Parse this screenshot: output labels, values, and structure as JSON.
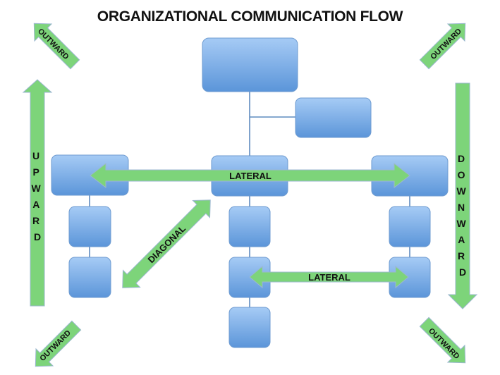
{
  "title": "ORGANIZATIONAL COMMUNICATION FLOW",
  "colors": {
    "box_top": "#a6cbf5",
    "box_bottom": "#5b95d9",
    "box_stroke": "#6e9bd0",
    "arrow_fill": "#7dd47a",
    "arrow_stroke": "#9bb7cf",
    "connector": "#5f8bbf"
  },
  "nodes": [
    {
      "id": "ceo",
      "level": 0
    },
    {
      "id": "assistant",
      "level": 0.5
    },
    {
      "id": "manager-left",
      "level": 1
    },
    {
      "id": "manager-center",
      "level": 1
    },
    {
      "id": "manager-right",
      "level": 1
    },
    {
      "id": "left-staff-1",
      "level": 2
    },
    {
      "id": "left-staff-2",
      "level": 3
    },
    {
      "id": "center-staff-1",
      "level": 2
    },
    {
      "id": "center-staff-2",
      "level": 3
    },
    {
      "id": "center-staff-3",
      "level": 4
    },
    {
      "id": "right-staff-1",
      "level": 2
    },
    {
      "id": "right-staff-2",
      "level": 3
    }
  ],
  "arrows": {
    "upward": {
      "label": "UPWARD",
      "letters": [
        "U",
        "P",
        "W",
        "A",
        "R",
        "D"
      ]
    },
    "downward": {
      "label": "DOWNWARD",
      "letters": [
        "D",
        "O",
        "W",
        "N",
        "W",
        "A",
        "R",
        "D"
      ]
    },
    "lateral_top": {
      "label": "LATERAL"
    },
    "lateral_bottom": {
      "label": "LATERAL"
    },
    "diagonal": {
      "label": "DIAGONAL"
    },
    "outward_top_left": {
      "label": "OUTWARD"
    },
    "outward_top_right": {
      "label": "OUTWARD"
    },
    "outward_bottom_left": {
      "label": "OUTWARD"
    },
    "outward_bottom_right": {
      "label": "OUTWARD"
    }
  }
}
